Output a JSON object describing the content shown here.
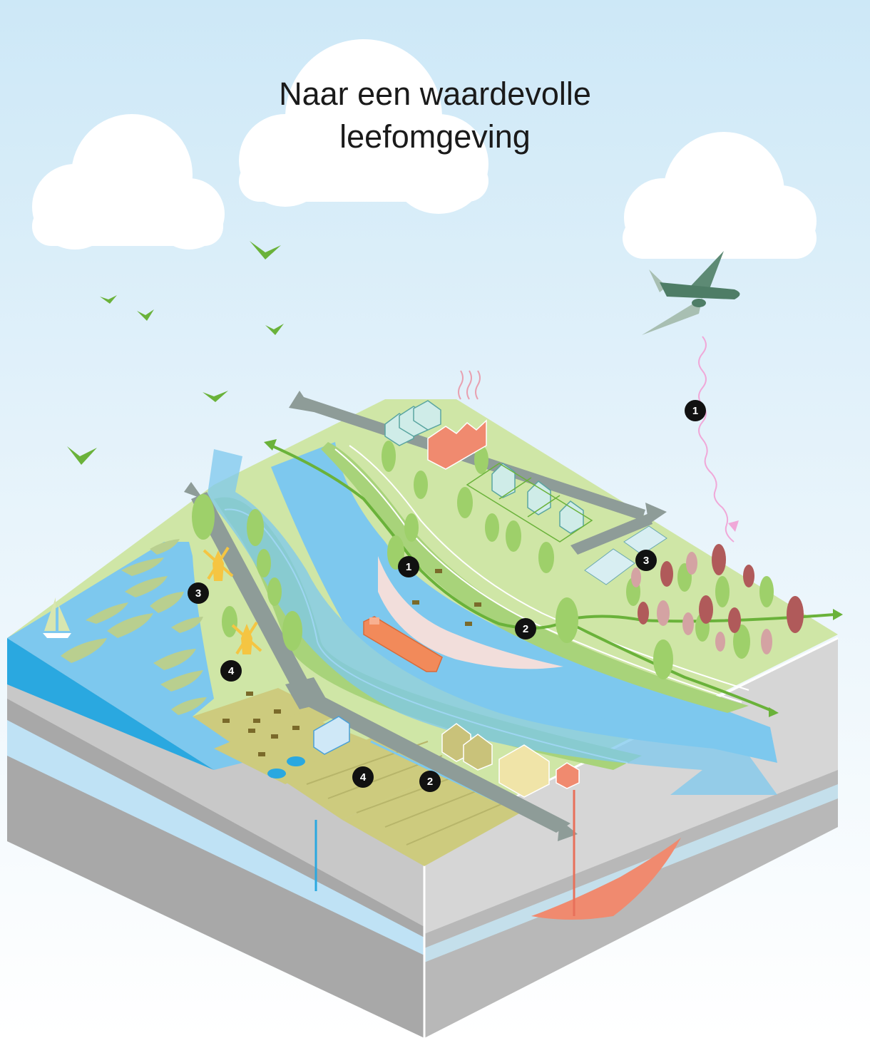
{
  "title": {
    "line1": "Naar een waardevolle",
    "line2": "leefomgeving"
  },
  "markers": [
    {
      "label": "1"
    },
    {
      "label": "1"
    },
    {
      "label": "2"
    },
    {
      "label": "3"
    },
    {
      "label": "3"
    },
    {
      "label": "4"
    },
    {
      "label": "4"
    },
    {
      "label": "2"
    }
  ],
  "colors": {
    "sky_top": "#cde8f7",
    "grass": "#cfe6a6",
    "grass_dark": "#8cc44f",
    "water": "#7dc8ee",
    "water_deep": "#2aa8e0",
    "road": "#8e9c98",
    "farmland": "#cdcb7e",
    "factory": "#f08a6f",
    "soil_grey": "#c8c8c8",
    "aquifer": "#bfe2f5",
    "marker": "#111111"
  }
}
